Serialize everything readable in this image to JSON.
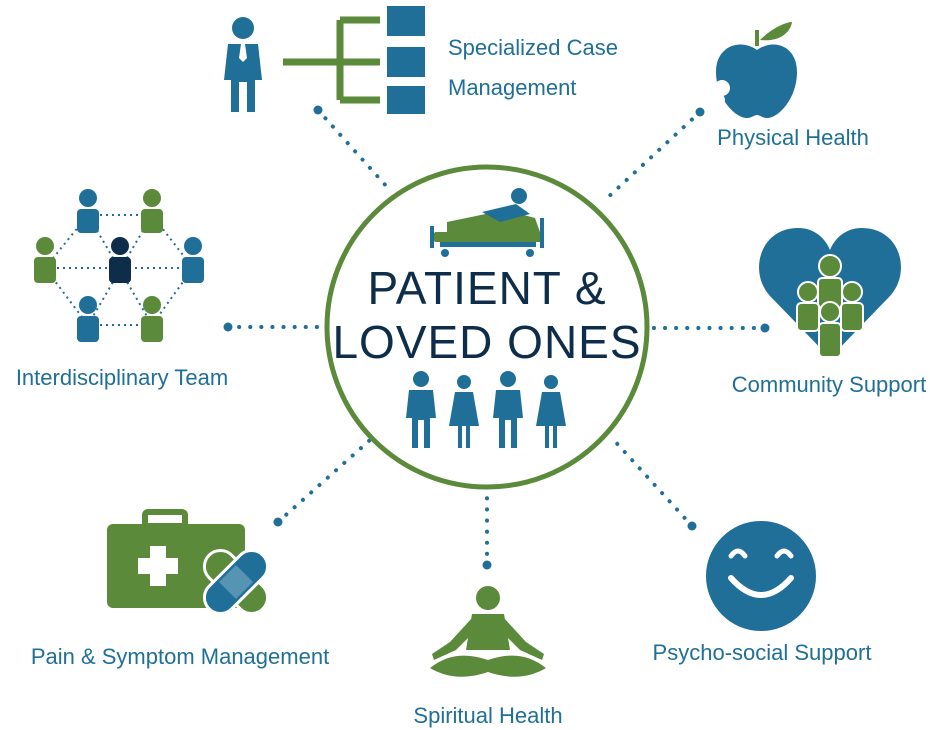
{
  "center": {
    "line1": "PATIENT &",
    "line2": "LOVED ONES"
  },
  "nodes": [
    {
      "id": "specialized-case-management",
      "line1": "Specialized Case",
      "line2": "Management",
      "icon": "businessman-org-chart-icon"
    },
    {
      "id": "physical-health",
      "label": "Physical Health",
      "icon": "apple-icon"
    },
    {
      "id": "community-support",
      "label": "Community Support",
      "icon": "heart-group-icon"
    },
    {
      "id": "psycho-social-support",
      "label": "Psycho-social Support",
      "icon": "smiley-face-icon"
    },
    {
      "id": "spiritual-health",
      "label": "Spiritual Health",
      "icon": "meditation-icon"
    },
    {
      "id": "pain-symptom-management",
      "label": "Pain & Symptom Management",
      "icon": "first-aid-kit-bandage-icon"
    },
    {
      "id": "interdisciplinary-team",
      "label": "Interdisciplinary Team",
      "icon": "team-network-icon"
    }
  ],
  "colors": {
    "blue": "#1f6f98",
    "green": "#5a8a3a",
    "navy": "#0d2d4a",
    "dot": "#1f6f98"
  }
}
